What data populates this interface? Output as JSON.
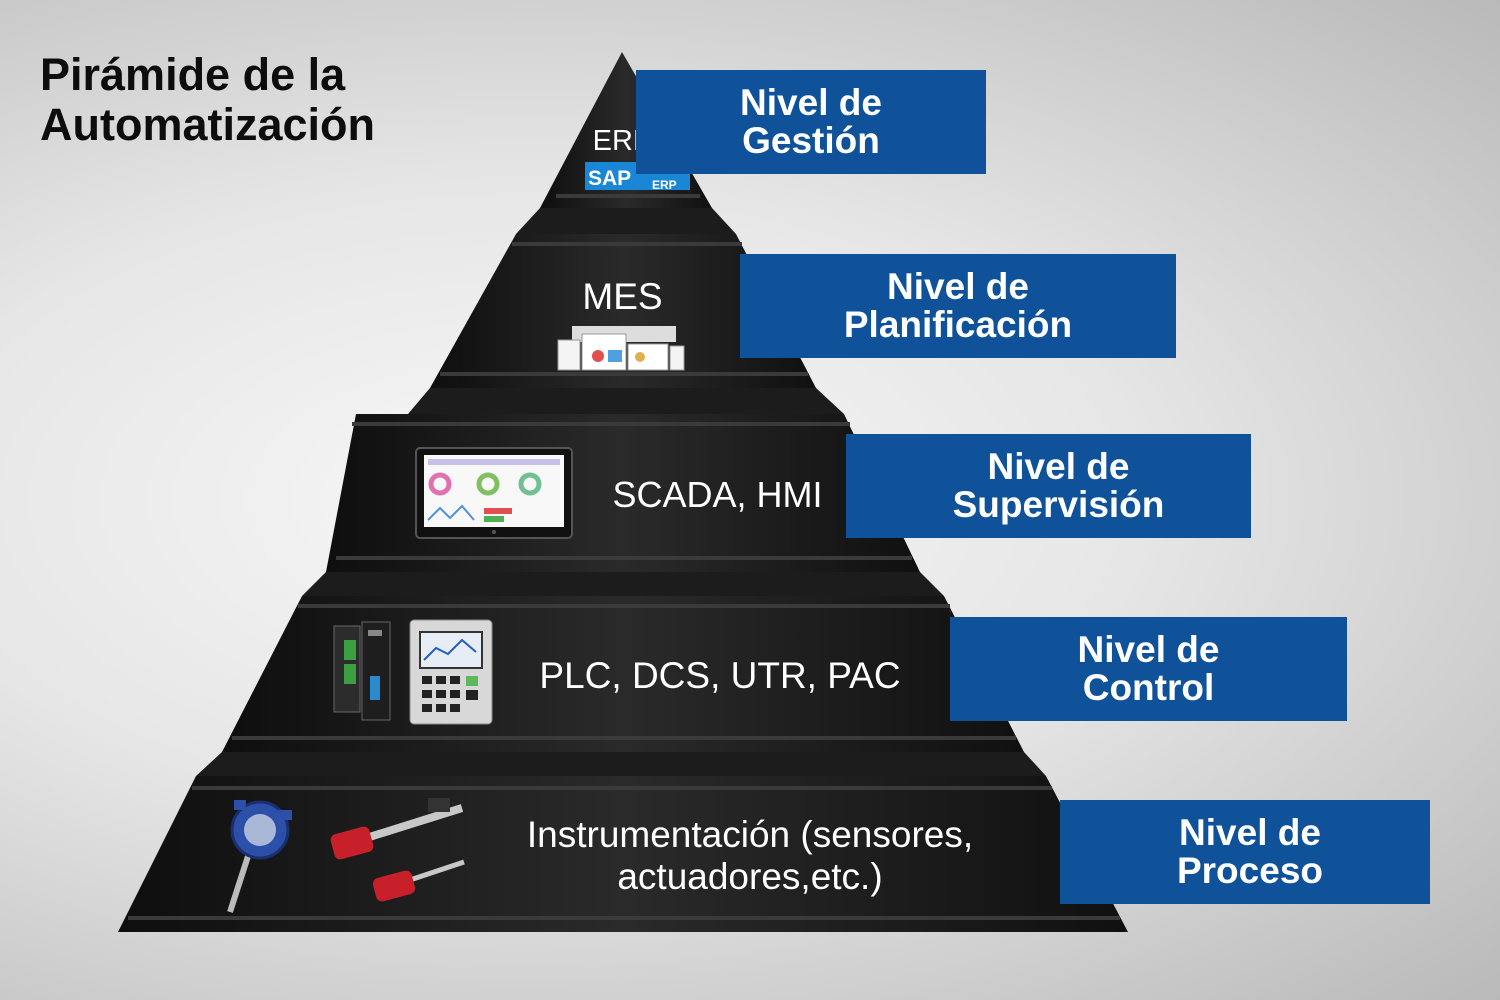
{
  "title": {
    "line1": "Pirámide de la",
    "line2": "Automatización"
  },
  "tiers": [
    {
      "system": "ERP",
      "logo_text": "SAP",
      "logo_sub": "ERP",
      "level_line1": "Nivel de",
      "level_line2": "Gestión",
      "icons": [
        "sap-erp-logo"
      ]
    },
    {
      "system": "MES",
      "level_line1": "Nivel de",
      "level_line2": "Planificación",
      "icons": [
        "mes-dashboard-screens"
      ]
    },
    {
      "system": "SCADA, HMI",
      "level_line1": "Nivel de",
      "level_line2": "Supervisión",
      "icons": [
        "hmi-tablet-dashboard"
      ]
    },
    {
      "system": "PLC, DCS, UTR, PAC",
      "level_line1": "Nivel de",
      "level_line2": "Control",
      "icons": [
        "plc-module",
        "controller-keypad"
      ]
    },
    {
      "system_line1": "Instrumentación (sensores,",
      "system_line2": "actuadores,etc.)",
      "level_line1": "Nivel de",
      "level_line2": "Proceso",
      "icons": [
        "transmitter-sensor",
        "linear-actuator"
      ]
    }
  ],
  "colors": {
    "label_blue": "#0f5299",
    "tier_dark": "#151515",
    "tier_light": "#2e2e2e"
  }
}
